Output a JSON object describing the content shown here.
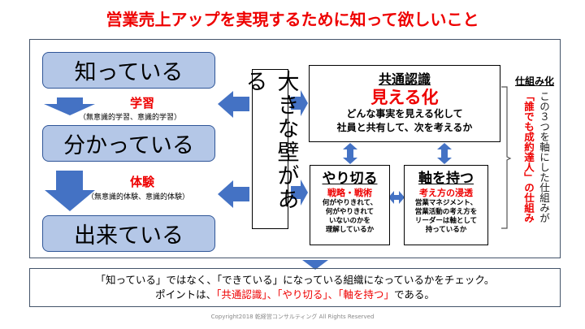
{
  "title": "営業売上アップを実現するために知って欲しいこと",
  "stages": [
    "知っている",
    "分かっている",
    "出来ている"
  ],
  "learning": {
    "label": "学習",
    "detail": "（無意識的学習、意識的学習）"
  },
  "experience": {
    "label": "体験",
    "detail": "（無意識的体験、意識的体験）"
  },
  "wall": "大きな壁がある",
  "common": {
    "heading": "共通認識",
    "key": "見える化",
    "desc1": "どんな事実を見える化して",
    "desc2": "社員と共有して、次を考えるか"
  },
  "complete": {
    "heading": "やり切る",
    "key": "戦略・戦術",
    "desc": [
      "何がやりきれて、",
      "何がやりきれて",
      "いないのかを",
      "理解しているか"
    ]
  },
  "axis": {
    "heading": "軸を持つ",
    "key": "考え方の浸透",
    "desc": [
      "営業マネジメント、",
      "営業活動の考え方を",
      "リーダーは軸として",
      "持っているか"
    ]
  },
  "system": {
    "heading": "仕組み化",
    "red": "「誰でも成約達人」の仕組み",
    "black": "この３つを軸にした仕組みが"
  },
  "bottom": {
    "line1": "「知っている」ではなく、「できている」になっている組織になっているかをチェック。",
    "line2_a": "ポイントは、",
    "line2_b": "「共通認識」、「やり切る」、「軸を持つ」",
    "line2_c": "である。"
  },
  "copyright": "Copyright2018 乾経営コンサルティング All Rights Reserved",
  "colors": {
    "accent": "#e00000",
    "arrow": "#4472c4",
    "stage_fill": "#b4c7e7"
  }
}
